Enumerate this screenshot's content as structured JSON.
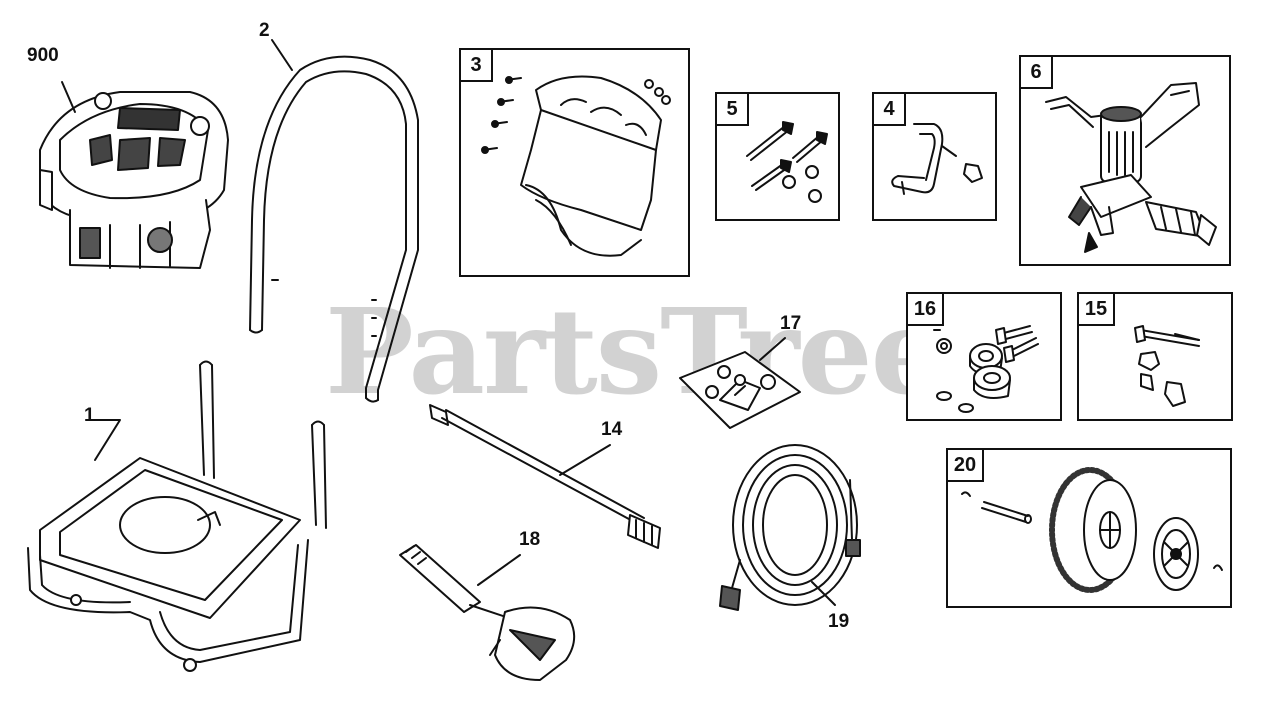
{
  "watermark": "PartsTree",
  "callouts": {
    "engine": "900",
    "handle": "2",
    "frame": "1",
    "wand": "14",
    "hardware_bag": "17",
    "spray_gun": "18",
    "hose": "19"
  },
  "boxes": {
    "panel_bracket": "3",
    "bolt_kit": "5",
    "nozzle_holder": "4",
    "pump": "6",
    "wheel_hardware": "16",
    "gun_holder": "15",
    "wheel_kit": "20"
  }
}
